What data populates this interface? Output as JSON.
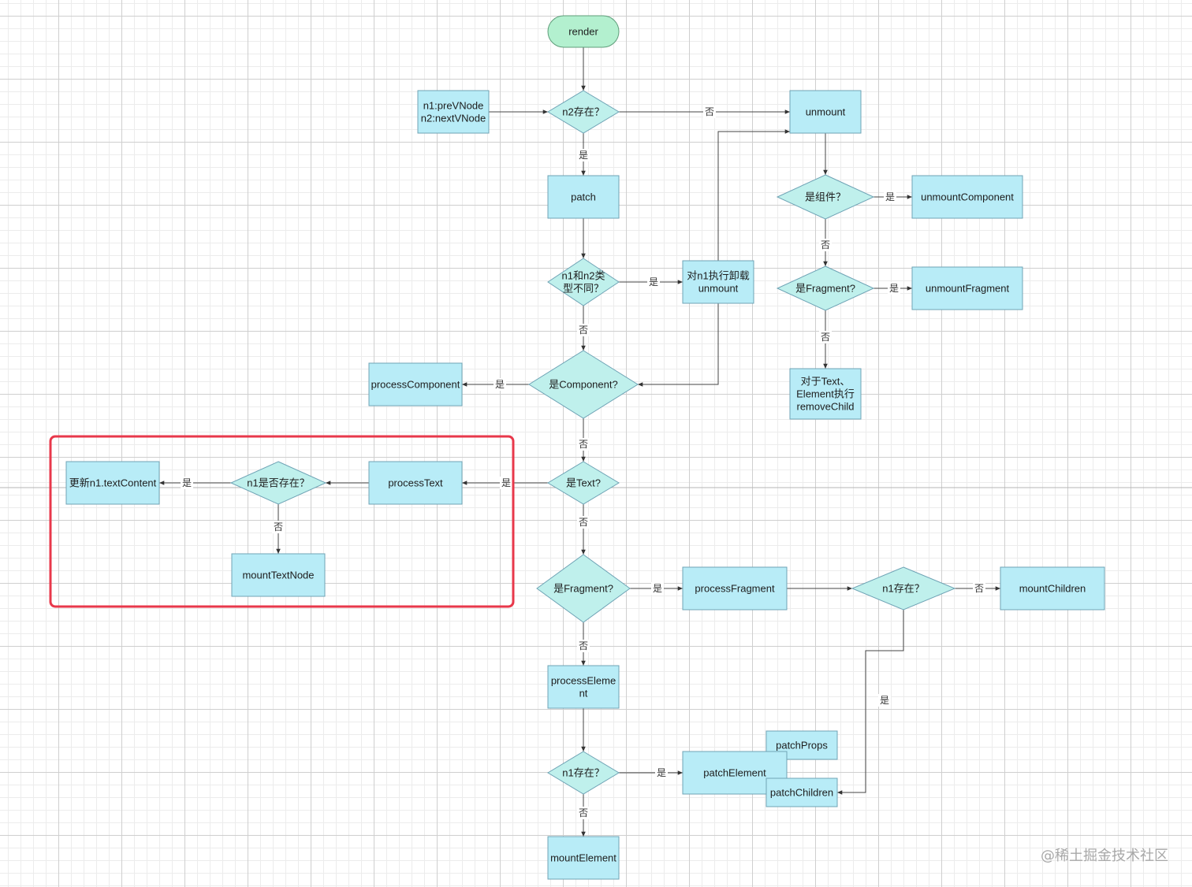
{
  "nodes": [
    {
      "id": "render",
      "shape": "terminal",
      "lines": [
        "render"
      ]
    },
    {
      "id": "vnode_def",
      "shape": "process",
      "lines": [
        "n1:preVNode",
        "n2:nextVNode"
      ]
    },
    {
      "id": "n2_exists",
      "shape": "decision",
      "lines": [
        "n2存在？"
      ]
    },
    {
      "id": "unmount",
      "shape": "process",
      "lines": [
        "unmount"
      ]
    },
    {
      "id": "patch",
      "shape": "process",
      "lines": [
        "patch"
      ]
    },
    {
      "id": "is_component_q",
      "shape": "decision",
      "lines": [
        "是组件？"
      ]
    },
    {
      "id": "unmount_component",
      "shape": "process",
      "lines": [
        "unmountComponent"
      ]
    },
    {
      "id": "type_diff",
      "shape": "decision",
      "lines": [
        "n1和n2类",
        "型不同？"
      ]
    },
    {
      "id": "unmount_n1",
      "shape": "process",
      "lines": [
        "对n1执行卸载",
        "unmount"
      ]
    },
    {
      "id": "is_fragment_unmount",
      "shape": "decision",
      "lines": [
        "是Fragment?"
      ]
    },
    {
      "id": "unmount_fragment",
      "shape": "process",
      "lines": [
        "unmountFragment"
      ]
    },
    {
      "id": "remove_child",
      "shape": "process",
      "lines": [
        "对于Text、",
        "Element执行",
        "removeChild"
      ]
    },
    {
      "id": "process_component",
      "shape": "process",
      "lines": [
        "processComponent"
      ]
    },
    {
      "id": "is_component",
      "shape": "decision",
      "lines": [
        "是Component?"
      ]
    },
    {
      "id": "update_text",
      "shape": "process",
      "lines": [
        "更新n1.textContent"
      ]
    },
    {
      "id": "n1_exists_text",
      "shape": "decision",
      "lines": [
        "n1是否存在？"
      ]
    },
    {
      "id": "process_text",
      "shape": "process",
      "lines": [
        "processText"
      ]
    },
    {
      "id": "is_text",
      "shape": "decision",
      "lines": [
        "是Text?"
      ]
    },
    {
      "id": "mount_text_node",
      "shape": "process",
      "lines": [
        "mountTextNode"
      ]
    },
    {
      "id": "is_fragment",
      "shape": "decision",
      "lines": [
        "是Fragment?"
      ]
    },
    {
      "id": "process_fragment",
      "shape": "process",
      "lines": [
        "processFragment"
      ]
    },
    {
      "id": "n1_exists_fragment",
      "shape": "decision",
      "lines": [
        "n1存在？"
      ]
    },
    {
      "id": "mount_children",
      "shape": "process",
      "lines": [
        "mountChildren"
      ]
    },
    {
      "id": "process_element",
      "shape": "process",
      "lines": [
        "processEleme",
        "nt"
      ]
    },
    {
      "id": "patch_props",
      "shape": "process",
      "lines": [
        "patchProps"
      ]
    },
    {
      "id": "n1_exists_element",
      "shape": "decision",
      "lines": [
        "n1存在？"
      ]
    },
    {
      "id": "patch_element",
      "shape": "process",
      "lines": [
        "patchElement"
      ]
    },
    {
      "id": "patch_children",
      "shape": "process",
      "lines": [
        "patchChildren"
      ]
    },
    {
      "id": "mount_element",
      "shape": "process",
      "lines": [
        "mountElement"
      ]
    }
  ],
  "edges": [
    {
      "from": "render",
      "to": "n2_exists",
      "label": ""
    },
    {
      "from": "vnode_def",
      "to": "n2_exists",
      "label": ""
    },
    {
      "from": "n2_exists",
      "to": "unmount",
      "label": "否"
    },
    {
      "from": "n2_exists",
      "to": "patch",
      "label": "是"
    },
    {
      "from": "patch",
      "to": "type_diff",
      "label": ""
    },
    {
      "from": "type_diff",
      "to": "unmount_n1",
      "label": "是"
    },
    {
      "from": "unmount_n1",
      "to": "unmount",
      "label": ""
    },
    {
      "from": "unmount_n1",
      "to": "is_component",
      "label": ""
    },
    {
      "from": "type_diff",
      "to": "is_component",
      "label": "否"
    },
    {
      "from": "unmount",
      "to": "is_component_q",
      "label": ""
    },
    {
      "from": "is_component_q",
      "to": "unmount_component",
      "label": "是"
    },
    {
      "from": "is_component_q",
      "to": "is_fragment_unmount",
      "label": "否"
    },
    {
      "from": "is_fragment_unmount",
      "to": "unmount_fragment",
      "label": "是"
    },
    {
      "from": "is_fragment_unmount",
      "to": "remove_child",
      "label": "否"
    },
    {
      "from": "is_component",
      "to": "process_component",
      "label": "是"
    },
    {
      "from": "is_component",
      "to": "is_text",
      "label": "否"
    },
    {
      "from": "is_text",
      "to": "process_text",
      "label": "是"
    },
    {
      "from": "process_text",
      "to": "n1_exists_text",
      "label": ""
    },
    {
      "from": "n1_exists_text",
      "to": "update_text",
      "label": "是"
    },
    {
      "from": "n1_exists_text",
      "to": "mount_text_node",
      "label": "否"
    },
    {
      "from": "is_text",
      "to": "is_fragment",
      "label": "否"
    },
    {
      "from": "is_fragment",
      "to": "process_fragment",
      "label": "是"
    },
    {
      "from": "process_fragment",
      "to": "n1_exists_fragment",
      "label": ""
    },
    {
      "from": "n1_exists_fragment",
      "to": "mount_children",
      "label": "否"
    },
    {
      "from": "n1_exists_fragment",
      "to": "patch_children",
      "label": "是"
    },
    {
      "from": "is_fragment",
      "to": "process_element",
      "label": "否"
    },
    {
      "from": "process_element",
      "to": "n1_exists_element",
      "label": ""
    },
    {
      "from": "n1_exists_element",
      "to": "patch_element",
      "label": "是"
    },
    {
      "from": "n1_exists_element",
      "to": "mount_element",
      "label": "否"
    }
  ],
  "highlight_group": [
    "update_text",
    "n1_exists_text",
    "process_text",
    "mount_text_node"
  ],
  "watermark": "@稀土掘金技术社区",
  "colors": {
    "process_fill": "#b8ecf7",
    "decision_fill": "#bff0ec",
    "terminal_fill": "#b3f0cf",
    "highlight": "#e8384b"
  }
}
